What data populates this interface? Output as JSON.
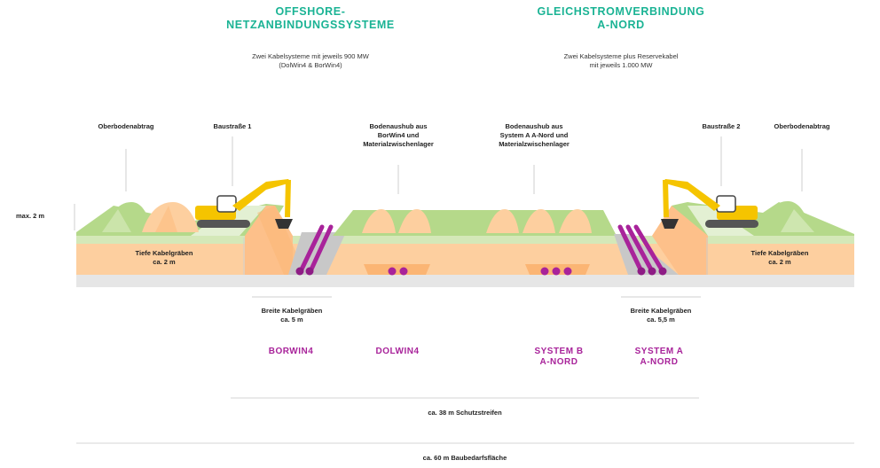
{
  "headers": {
    "left": {
      "title_line1": "OFFSHORE-",
      "title_line2": "NETZANBINDUNGSSYSTEME",
      "subtitle_line1": "Zwei Kabelsysteme mit jeweils 900 MW",
      "subtitle_line2": "(DolWin4 & BorWin4)"
    },
    "right": {
      "title_line1": "GLEICHSTROMVERBINDUNG",
      "title_line2": "A-NORD",
      "subtitle_line1": "Zwei Kabelsysteme plus Reservekabel",
      "subtitle_line2": "mit jeweils 1.000 MW"
    }
  },
  "callouts": {
    "oberboden_left": "Oberbodenabtrag",
    "baustrasse_1": "Baustraße 1",
    "bodenaushub_left": [
      "Bodenaushub aus",
      "BorWin4 und",
      "Materialzwischenlager"
    ],
    "bodenaushub_right": [
      "Bodenaushub aus",
      "System A A-Nord und",
      "Materialzwischenlager"
    ],
    "baustrasse_2": "Baustraße 2",
    "oberboden_right": "Oberbodenabtrag",
    "max_height": "max. 2 m"
  },
  "depth_labels": {
    "left": [
      "Tiefe Kabelgräben",
      "ca. 2 m"
    ],
    "right": [
      "Tiefe Kabelgräben",
      "ca. 2 m"
    ]
  },
  "width_labels": {
    "left": [
      "Breite Kabelgräben",
      "ca. 5 m"
    ],
    "right": [
      "Breite Kabelgräben",
      "ca. 5,5 m"
    ]
  },
  "systems": [
    {
      "name_line1": "BORWIN4",
      "name_line2": ""
    },
    {
      "name_line1": "DOLWIN4",
      "name_line2": ""
    },
    {
      "name_line1": "SYSTEM B",
      "name_line2": "A-NORD"
    },
    {
      "name_line1": "SYSTEM A",
      "name_line2": "A-NORD"
    }
  ],
  "measurements": {
    "protection_strip": "ca. 38 m Schutzstreifen",
    "construction_area": "ca. 60 m Baubedarfsfläche"
  },
  "colors": {
    "title_teal": "#1ab394",
    "system_magenta": "#a8239a",
    "grass_green": "#b5d98a",
    "light_green": "#d4e8b8",
    "soil_orange": "#fdcf9f",
    "gravel_grey": "#c8c8c8",
    "base_grey": "#e6e6e6",
    "excavator_yellow": "#f5c400"
  }
}
